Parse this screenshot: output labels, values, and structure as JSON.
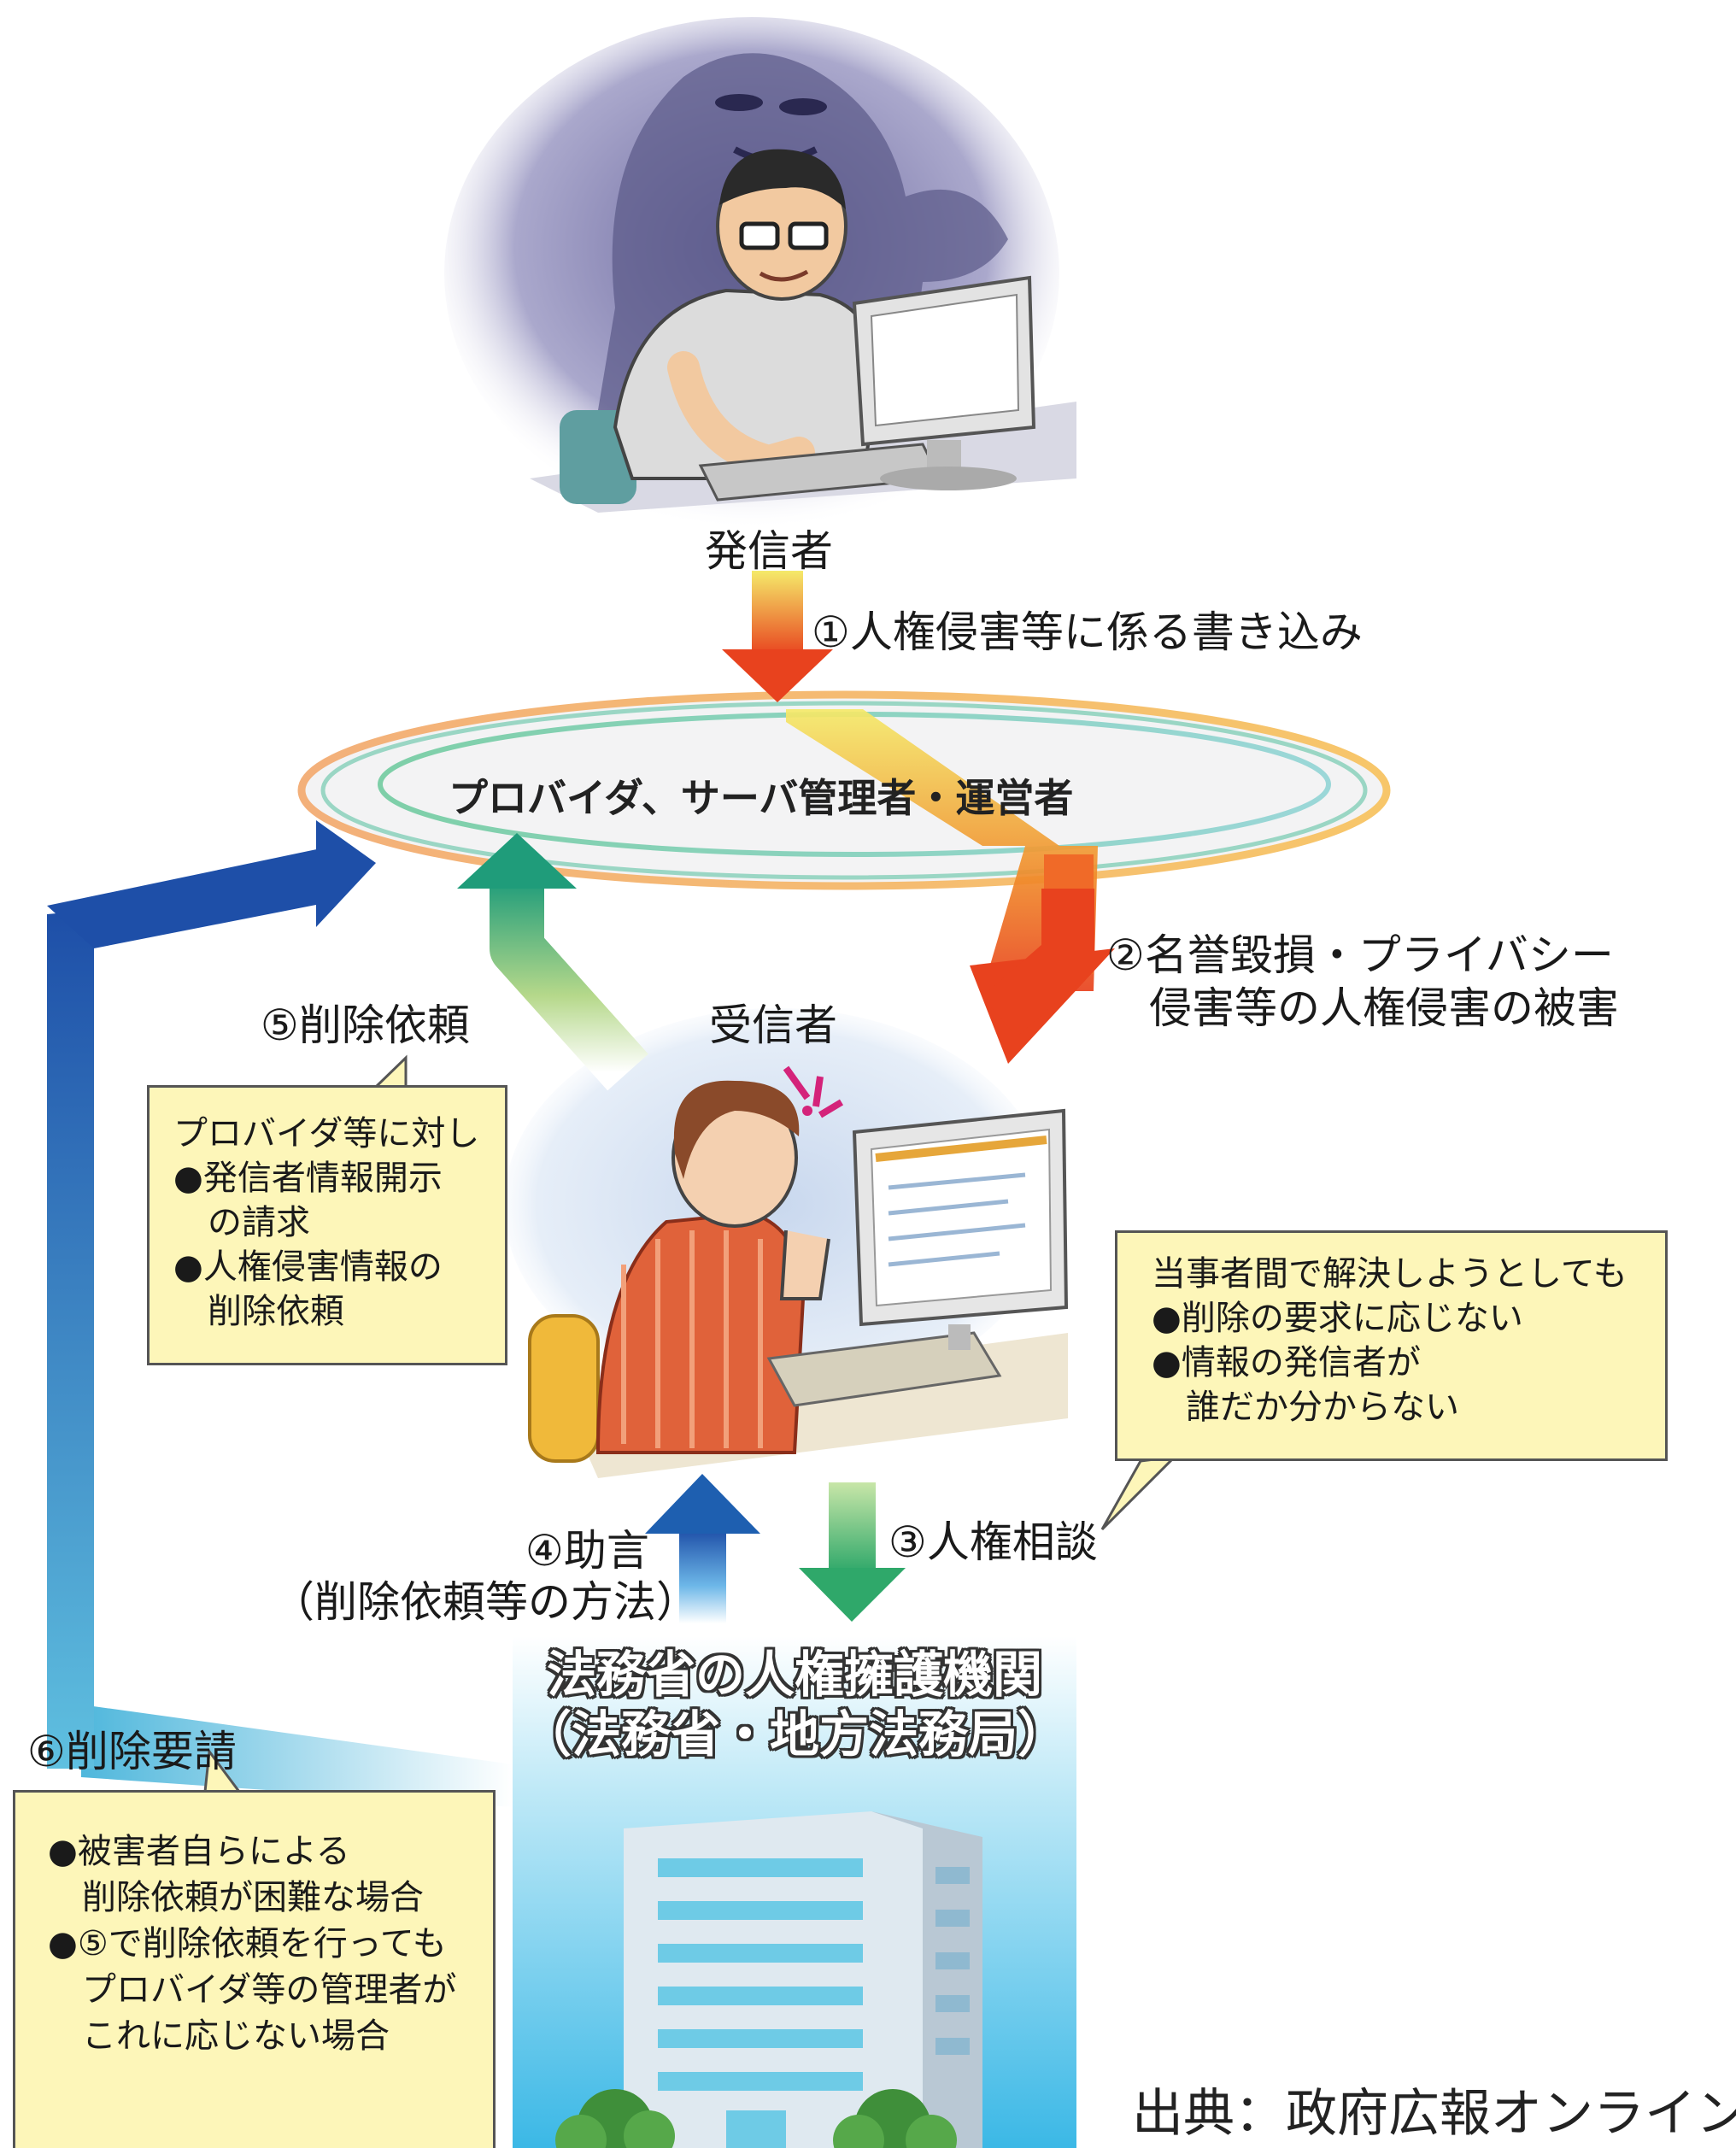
{
  "colors": {
    "callout_bg": "#fdf6b9",
    "step6_arrow": "#1e4fa8",
    "step4_arrow": "#1e5fb0",
    "step3_arrow": "#2fa86a",
    "step5_arrow": "#1f9c7a",
    "step1_arrow": "#e8421e",
    "step2_arrow": "#e8421e",
    "building_sky": "#4cc3ea"
  },
  "icons": [
    "sender-illustration",
    "receiver-illustration",
    "building-illustration"
  ],
  "labels": {
    "sender": "発信者",
    "receiver": "受信者",
    "provider": "プロバイダ、サーバ管理者・運営者",
    "step1": "①人権侵害等に係る書き込み",
    "step2_line1": "②名誉毀損・プライバシー",
    "step2_line2": "侵害等の人権侵害の被害",
    "step3": "③人権相談",
    "step4_line1": "④助言",
    "step4_line2": "（削除依頼等の方法）",
    "step5": "⑤削除依頼",
    "step6": "⑥削除要請",
    "agency_line1": "法務省の人権擁護機関",
    "agency_line2": "（法務省・地方法務局）",
    "source": "出典：政府広報オンライン"
  },
  "callouts": {
    "step5": {
      "line1": "プロバイダ等に対し",
      "line2": "●発信者情報開示",
      "line3": "　の請求",
      "line4": "●人権侵害情報の",
      "line5": "　削除依頼"
    },
    "step3": {
      "line1": "当事者間で解決しようとしても",
      "line2": "●削除の要求に応じない",
      "line3": "●情報の発信者が",
      "line4": "　誰だか分からない"
    },
    "step6": {
      "line1": "●被害者自らによる",
      "line2": "　削除依頼が困難な場合",
      "line3": "●⑤で削除依頼を行っても",
      "line4": "　プロバイダ等の管理者が",
      "line5": "　これに応じない場合"
    }
  }
}
